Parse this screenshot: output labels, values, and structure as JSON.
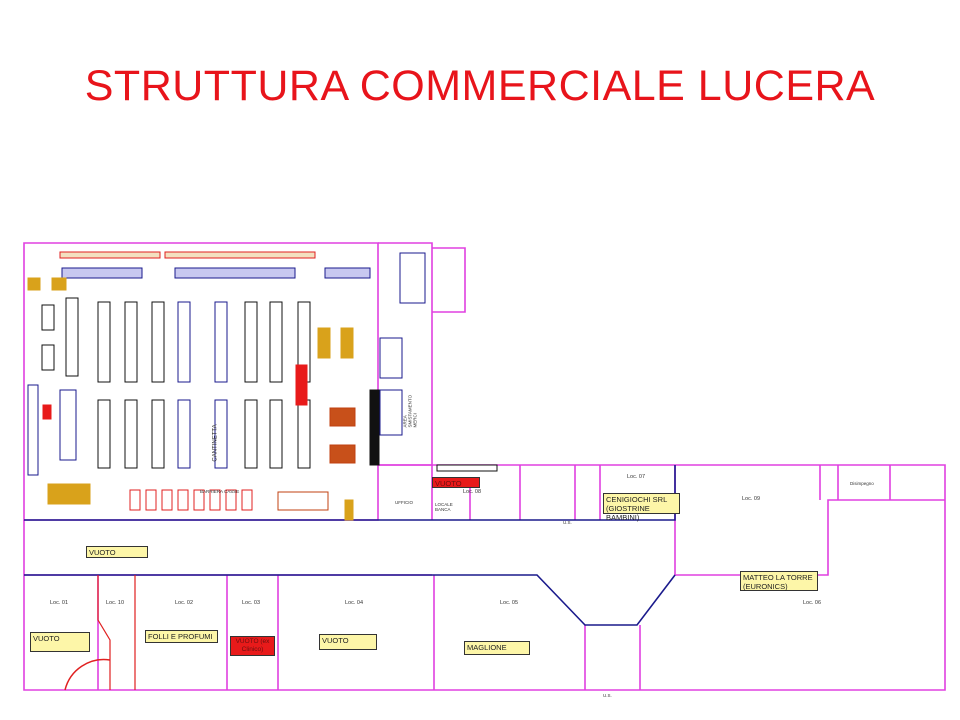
{
  "title": "STRUTTURA COMMERCIALE LUCERA",
  "plan": {
    "supermarket": {
      "aisle_label": "CANTINETTA",
      "checkout_label": "BARRIERA CASSE",
      "goods_area": "AREA SMISTAMENTO MERCI",
      "office": "UFFICIO",
      "bank": "LOCALE BANCA"
    },
    "tenants": [
      {
        "unit": "Loc. 01",
        "tenant": "VUOTO"
      },
      {
        "unit": "Loc. 10",
        "tenant": ""
      },
      {
        "unit": "Loc. 02",
        "tenant": "FOLLI E PROFUMI"
      },
      {
        "unit": "Loc. 03",
        "tenant": "VUOTO (ex Clinico)"
      },
      {
        "unit": "Loc. 04",
        "tenant": "VUOTO"
      },
      {
        "unit": "Loc. 05",
        "tenant": "MAGLIONE"
      },
      {
        "unit": "Loc. 06",
        "tenant": "MATTEO LA TORRE (EURONICS)"
      },
      {
        "unit": "Loc. 07",
        "tenant": "CENIGIOCHI SRL (GIOSTRINE BAMBINI)"
      },
      {
        "unit": "Loc. 08",
        "tenant": "VUOTO"
      },
      {
        "unit": "Loc. 09",
        "tenant": ""
      }
    ],
    "corridor_tenant": "VUOTO",
    "disimpegno": "Disimpegno",
    "exit_label": "U.S."
  },
  "colors": {
    "title": "#e8141b",
    "walls": "#e040e0",
    "corridor_line": "#1a1a8c",
    "label_fill": "#fdf6a8",
    "vacant_red": "#e81a1a",
    "shelf_gold": "#d9a21b"
  }
}
